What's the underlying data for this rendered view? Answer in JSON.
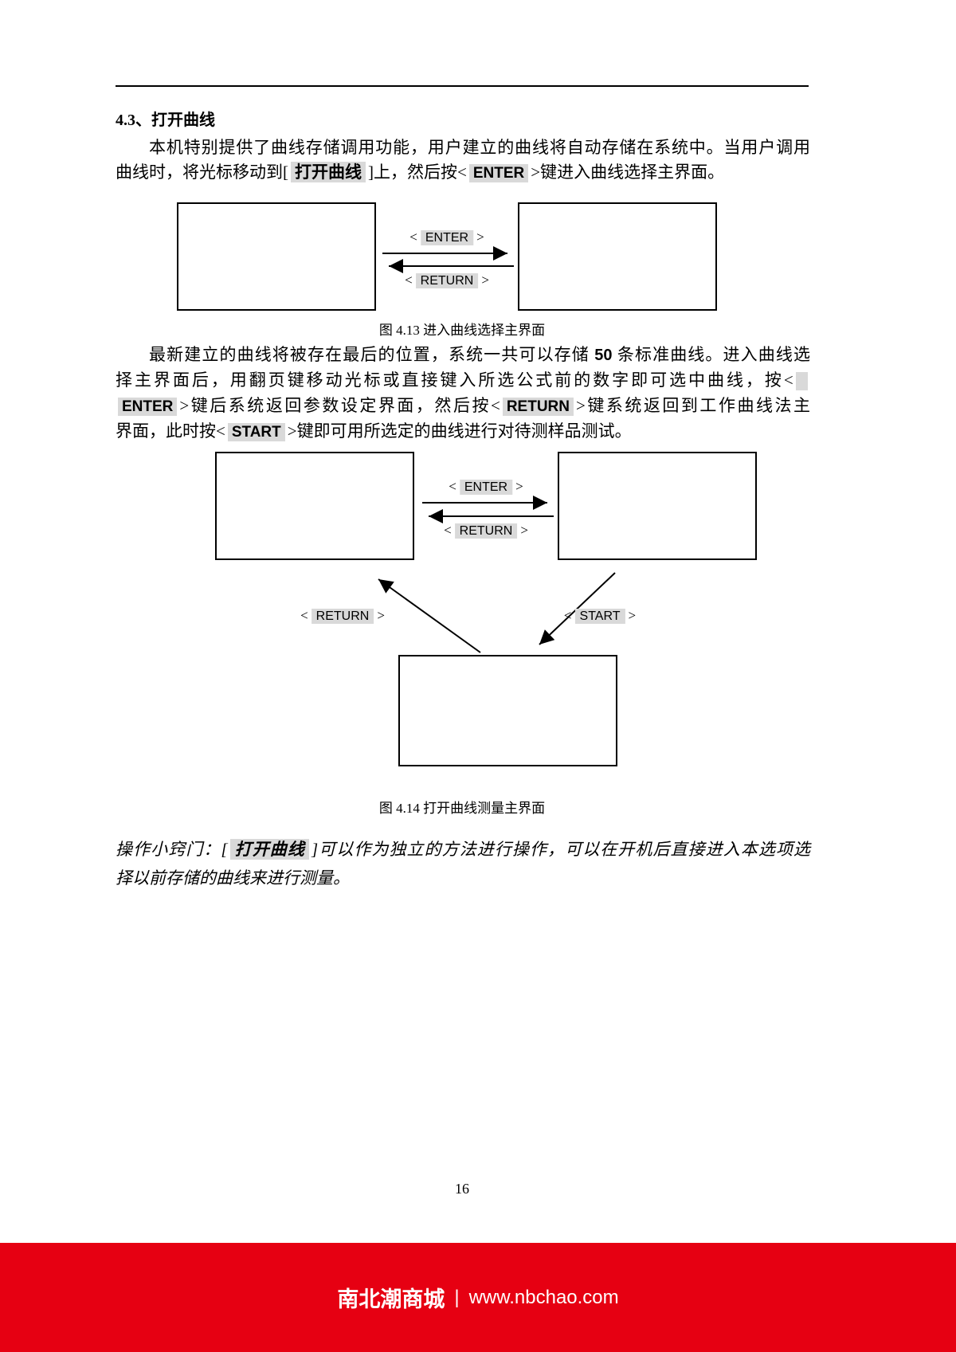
{
  "heading": {
    "num": "4.3、",
    "title": "打开曲线"
  },
  "para1": {
    "l1": "本机特别提供了曲线存储调用功能，用户建立的曲线将自动存储在系统中。当用户调用",
    "l2_pre": "曲线时，将光标移动到[",
    "l2_btn": "打开曲线",
    "l2_mid": "]上，然后按<",
    "l2_key": "ENTER",
    "l2_post": ">键进入曲线选择主界面。"
  },
  "fig13": {
    "caption": "图 4.13 进入曲线选择主界面",
    "enter": {
      "pre": "<",
      "key": "ENTER",
      "post": ">"
    },
    "return": {
      "pre": "<",
      "key": "RETURN",
      "post": ">"
    }
  },
  "para2": {
    "l1_pre": "最新建立的曲线将被存在最后的位置，系统一共可以存储 ",
    "l1_num": "50",
    "l1_post": " 条标准曲线。进入曲线选",
    "l2": "择主界面后，用翻页键移动光标或直接键入所选公式前的数字即可选中曲线，按<",
    "l2_hl": " ",
    "l3_key1": "ENTER",
    "l3_mid": ">键后系统返回参数设定界面，然后按<",
    "l3_key2": "RETURN",
    "l3_post": ">键系统返回到工作曲线法主",
    "l4_pre": "界面，此时按<",
    "l4_key": "START",
    "l4_post": ">键即可用所选定的曲线进行对待测样品测试。"
  },
  "fig14": {
    "caption": "图 4.14 打开曲线测量主界面",
    "enter": {
      "pre": "<",
      "key": "ENTER",
      "post": ">"
    },
    "return_mid": {
      "pre": "<",
      "key": "RETURN",
      "post": ">"
    },
    "return_diag": {
      "pre": "<",
      "key": "RETURN",
      "post": ">"
    },
    "start_diag": {
      "pre": "<",
      "key": "START",
      "post": ">"
    }
  },
  "tip": {
    "l1_pre": "操作小窍门：[",
    "l1_btn": "打开曲线",
    "l1_post": "]可以作为独立的方法进行操作，可以在开机后直接进入本选项选",
    "l2": "择以前存储的曲线来进行测量。"
  },
  "page": {
    "number": "16"
  },
  "footer": {
    "site": "南北潮商城",
    "sep": "|",
    "url": "www.nbchao.com"
  },
  "colors": {
    "highlight": "#d9d9d9",
    "footer_bg": "#e60012",
    "text": "#000000"
  }
}
